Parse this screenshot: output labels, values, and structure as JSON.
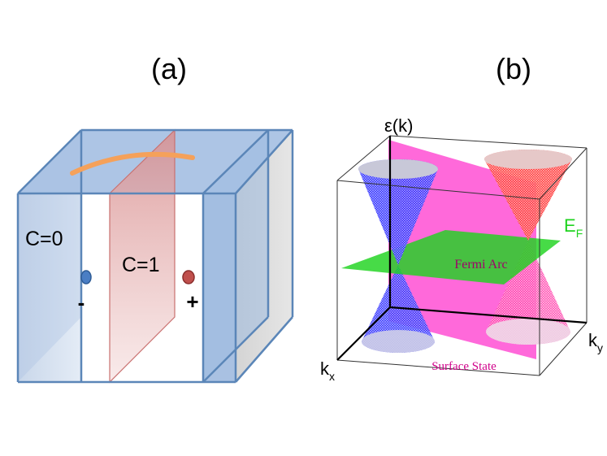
{
  "panels": {
    "a": {
      "label": "(a)",
      "left_chern": "C=0",
      "middle_chern": "C=1",
      "minus_sign": "-",
      "plus_sign": "+"
    },
    "b": {
      "label": "(b)",
      "energy_axis": "ε(k)",
      "kx_base": "k",
      "kx_sub": "x",
      "ky_base": "k",
      "ky_sub": "y",
      "fermi_base": "E",
      "fermi_sub": "F",
      "fermi_arc": "Fermi Arc",
      "surface_state": "Surface State"
    }
  },
  "colors": {
    "cube_edge": "#5b86b8",
    "cube_face": "#9fbbe0",
    "chern_plane": "#e6a4a4",
    "fermi_arc_curve": "#f5a15a",
    "weyl_minus": "#4a7ec4",
    "weyl_plus": "#c0504d",
    "surface_plane": "#ff3fd0",
    "fermi_plane": "#1fd31f",
    "cone_blue": "#1a1aff",
    "cone_red": "#ff2020",
    "cone_magenta": "#ff2aa0",
    "fermi_label": "#1fd31f",
    "fermi_arc_label": "#a0006a",
    "surface_state_label": "#d0008a"
  }
}
